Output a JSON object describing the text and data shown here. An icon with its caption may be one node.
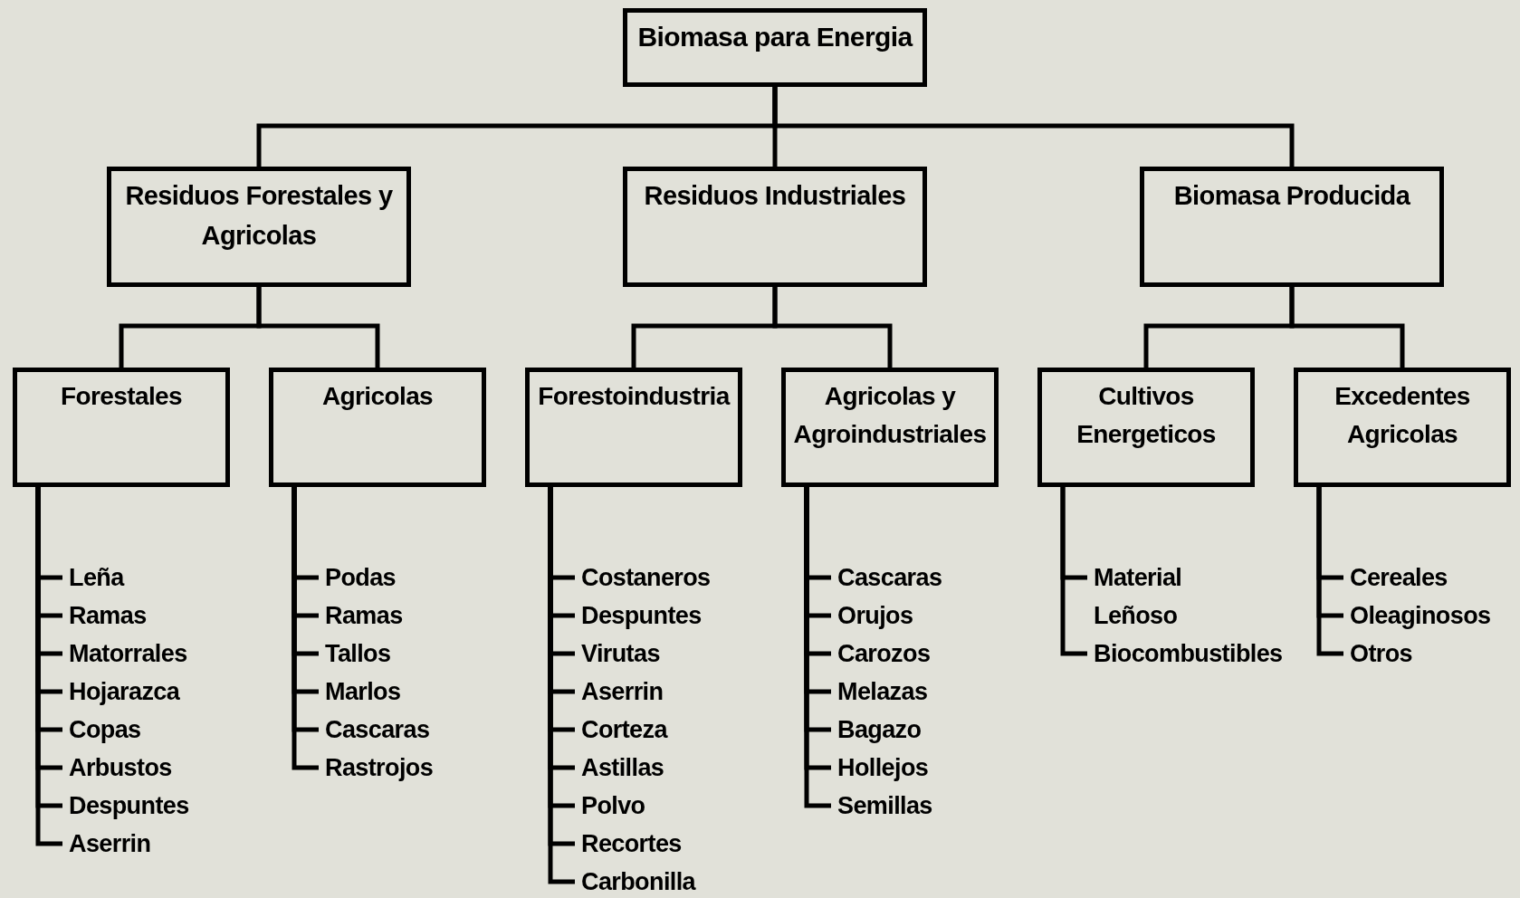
{
  "diagram": {
    "nodes": [
      {
        "text": [
          "Biomasa para Energia"
        ]
      },
      {
        "text": [
          "Residuos Forestales  y Agricolas"
        ]
      },
      {
        "text": [
          "Residuos Industriales"
        ]
      },
      {
        "text": [
          "Biomasa Producida"
        ]
      },
      {
        "text": [
          "Forestales"
        ]
      },
      {
        "text": [
          "Agricolas"
        ]
      },
      {
        "text": [
          "Forestoindustria"
        ]
      },
      {
        "text": [
          "Agricolas y Agroindustriales"
        ]
      },
      {
        "text": [
          "Cultivos Energeticos"
        ]
      },
      {
        "text": [
          "Excedentes Agricolas"
        ]
      },
      {
        "text": [
          "Leña"
        ]
      },
      {
        "text": [
          "Ramas"
        ]
      },
      {
        "text": [
          "Matorrales"
        ]
      },
      {
        "text": [
          "Hojarazca"
        ]
      },
      {
        "text": [
          "Copas"
        ]
      },
      {
        "text": [
          "Arbustos"
        ]
      },
      {
        "text": [
          "Despuntes"
        ]
      },
      {
        "text": [
          "Aserrin"
        ]
      },
      {
        "text": [
          "Podas"
        ]
      },
      {
        "text": [
          "Ramas"
        ]
      },
      {
        "text": [
          "Tallos"
        ]
      },
      {
        "text": [
          "Marlos"
        ]
      },
      {
        "text": [
          "Cascaras"
        ]
      },
      {
        "text": [
          "Rastrojos"
        ]
      },
      {
        "text": [
          "Costaneros"
        ]
      },
      {
        "text": [
          "Despuntes"
        ]
      },
      {
        "text": [
          "Virutas"
        ]
      },
      {
        "text": [
          "Aserrin"
        ]
      },
      {
        "text": [
          "Corteza"
        ]
      },
      {
        "text": [
          "Astillas"
        ]
      },
      {
        "text": [
          "Polvo"
        ]
      },
      {
        "text": [
          "Recortes"
        ]
      },
      {
        "text": [
          "Carbonilla"
        ]
      },
      {
        "text": [
          "Cascaras"
        ]
      },
      {
        "text": [
          "Orujos"
        ]
      },
      {
        "text": [
          "Carozos"
        ]
      },
      {
        "text": [
          "Melazas"
        ]
      },
      {
        "text": [
          "Bagazo"
        ]
      },
      {
        "text": [
          "Hollejos"
        ]
      },
      {
        "text": [
          "Semillas"
        ]
      },
      {
        "text": [
          "Material Leñoso"
        ]
      },
      {
        "text": [
          "Biocombustibles"
        ]
      },
      {
        "text": [
          "Cereales"
        ]
      },
      {
        "text": [
          "Oleaginosos"
        ]
      },
      {
        "text": [
          "Otros"
        ]
      }
    ],
    "edges": [
      {
        "from": 0,
        "to": 1,
        "arrow": "none"
      },
      {
        "from": 0,
        "to": 2,
        "arrow": "none"
      },
      {
        "from": 0,
        "to": 3,
        "arrow": "none"
      },
      {
        "from": 1,
        "to": 4,
        "arrow": "none"
      },
      {
        "from": 1,
        "to": 5,
        "arrow": "none"
      },
      {
        "from": 2,
        "to": 6,
        "arrow": "none"
      },
      {
        "from": 2,
        "to": 7,
        "arrow": "none"
      },
      {
        "from": 3,
        "to": 8,
        "arrow": "none"
      },
      {
        "from": 3,
        "to": 9,
        "arrow": "none"
      },
      {
        "from": 4,
        "to": 10,
        "arrow": "none"
      },
      {
        "from": 4,
        "to": 11,
        "arrow": "none"
      },
      {
        "from": 4,
        "to": 12,
        "arrow": "none"
      },
      {
        "from": 4,
        "to": 13,
        "arrow": "none"
      },
      {
        "from": 4,
        "to": 14,
        "arrow": "none"
      },
      {
        "from": 4,
        "to": 15,
        "arrow": "none"
      },
      {
        "from": 4,
        "to": 16,
        "arrow": "none"
      },
      {
        "from": 4,
        "to": 17,
        "arrow": "none"
      },
      {
        "from": 5,
        "to": 18,
        "arrow": "none"
      },
      {
        "from": 5,
        "to": 19,
        "arrow": "none"
      },
      {
        "from": 5,
        "to": 20,
        "arrow": "none"
      },
      {
        "from": 5,
        "to": 21,
        "arrow": "none"
      },
      {
        "from": 5,
        "to": 22,
        "arrow": "none"
      },
      {
        "from": 5,
        "to": 23,
        "arrow": "none"
      },
      {
        "from": 6,
        "to": 24,
        "arrow": "none"
      },
      {
        "from": 6,
        "to": 25,
        "arrow": "none"
      },
      {
        "from": 6,
        "to": 26,
        "arrow": "none"
      },
      {
        "from": 6,
        "to": 27,
        "arrow": "none"
      },
      {
        "from": 6,
        "to": 28,
        "arrow": "none"
      },
      {
        "from": 6,
        "to": 29,
        "arrow": "none"
      },
      {
        "from": 6,
        "to": 30,
        "arrow": "none"
      },
      {
        "from": 6,
        "to": 31,
        "arrow": "none"
      },
      {
        "from": 6,
        "to": 32,
        "arrow": "none"
      },
      {
        "from": 7,
        "to": 33,
        "arrow": "none"
      },
      {
        "from": 7,
        "to": 34,
        "arrow": "none"
      },
      {
        "from": 7,
        "to": 35,
        "arrow": "none"
      },
      {
        "from": 7,
        "to": 36,
        "arrow": "none"
      },
      {
        "from": 7,
        "to": 37,
        "arrow": "none"
      },
      {
        "from": 7,
        "to": 38,
        "arrow": "none"
      },
      {
        "from": 7,
        "to": 39,
        "arrow": "none"
      },
      {
        "from": 8,
        "to": 40,
        "arrow": "none"
      },
      {
        "from": 8,
        "to": 41,
        "arrow": "none"
      },
      {
        "from": 9,
        "to": 42,
        "arrow": "none"
      },
      {
        "from": 9,
        "to": 43,
        "arrow": "none"
      },
      {
        "from": 9,
        "to": 44,
        "arrow": "none"
      }
    ]
  }
}
